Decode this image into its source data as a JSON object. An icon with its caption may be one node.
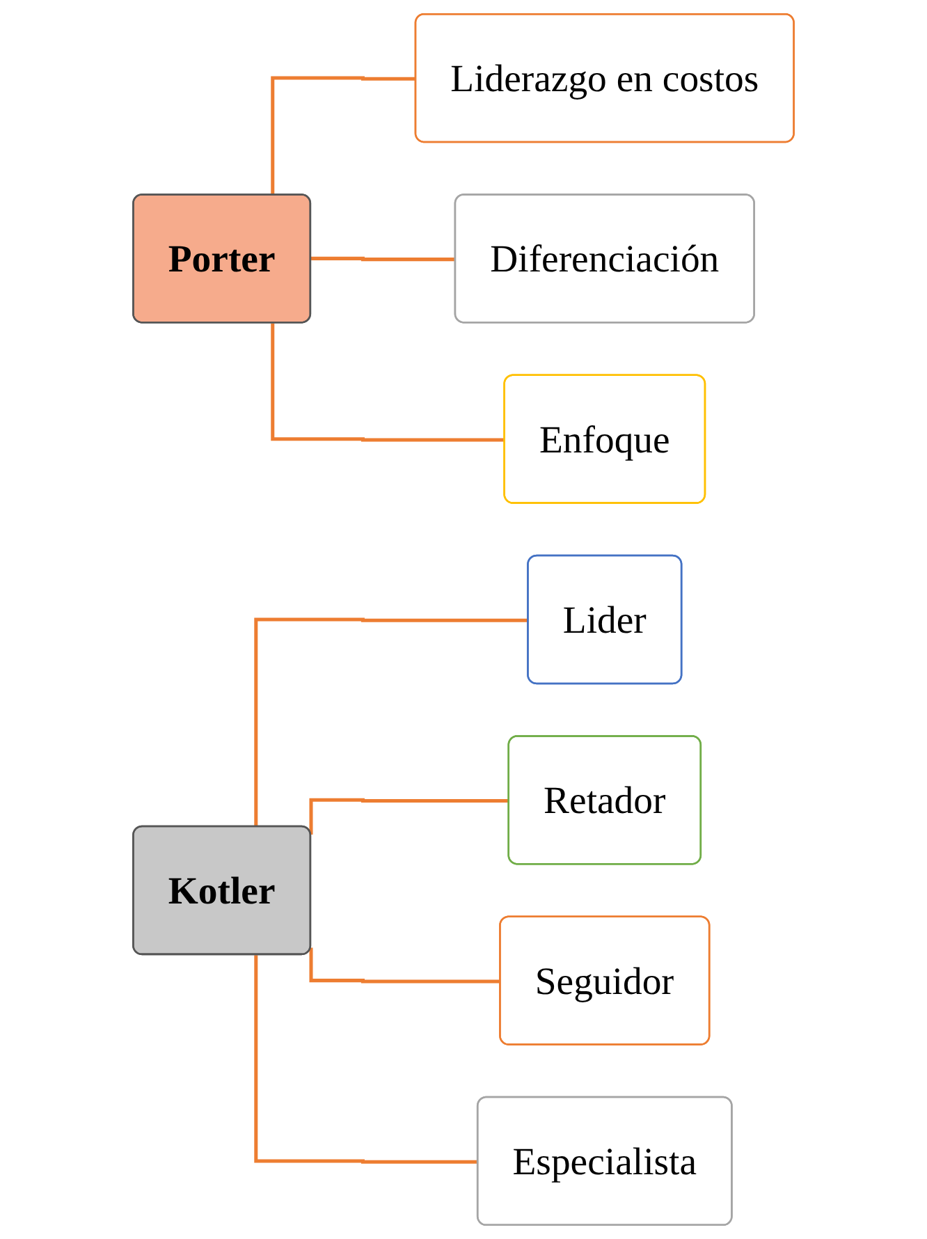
{
  "diagram": {
    "nodes": [
      {
        "text": [
          "Porter"
        ]
      },
      {
        "text": [
          "Liderazgo en costos"
        ]
      },
      {
        "text": [
          "Diferenciación"
        ]
      },
      {
        "text": [
          "Enfoque"
        ]
      },
      {
        "text": [
          "Kotler"
        ]
      },
      {
        "text": [
          "Lider"
        ]
      },
      {
        "text": [
          "Retador"
        ]
      },
      {
        "text": [
          "Seguidor"
        ]
      },
      {
        "text": [
          "Especialista"
        ]
      }
    ],
    "edges": [
      {
        "from": 0,
        "to": 1,
        "arrow": "none"
      },
      {
        "from": 0,
        "to": 2,
        "arrow": "none"
      },
      {
        "from": 0,
        "to": 3,
        "arrow": "none"
      },
      {
        "from": 4,
        "to": 5,
        "arrow": "none"
      },
      {
        "from": 4,
        "to": 6,
        "arrow": "none"
      },
      {
        "from": 4,
        "to": 7,
        "arrow": "none"
      },
      {
        "from": 4,
        "to": 8,
        "arrow": "none"
      }
    ]
  }
}
